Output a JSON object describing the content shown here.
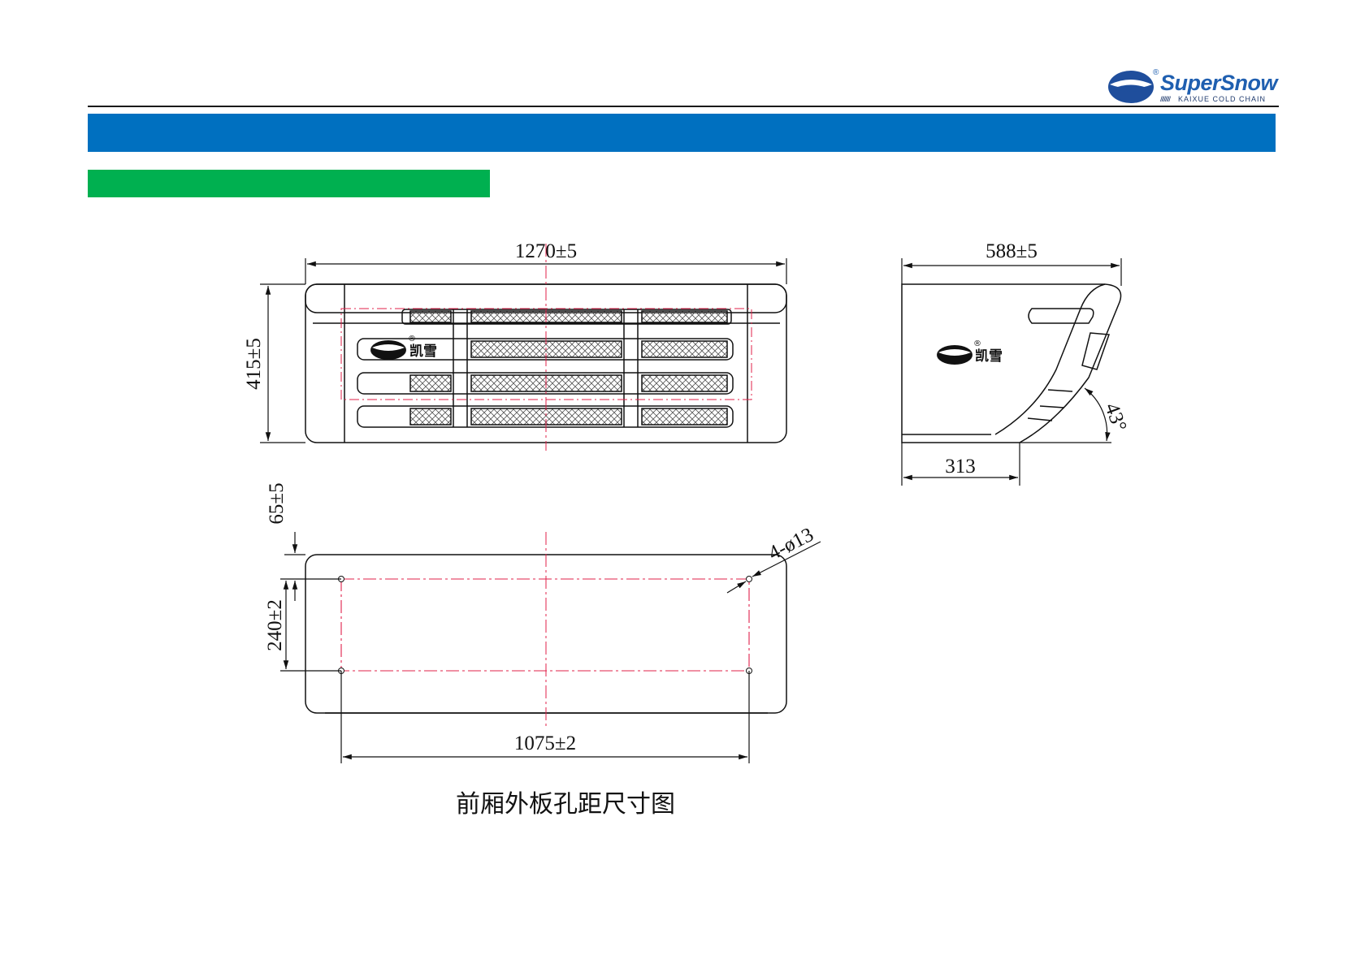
{
  "logo": {
    "brand": "SuperSnow",
    "registered_mark": "®",
    "slashes": "////////",
    "sub": "KAIXUE COLD CHAIN"
  },
  "title_bar": {
    "text": "",
    "color": "#0070c0"
  },
  "subtitle_bar": {
    "text": "",
    "color": "#00b050"
  },
  "drawing": {
    "front_view": {
      "width_dim": "1270±5",
      "height_dim": "415±5",
      "brand_cn": "凯雪",
      "brand_mark": "®"
    },
    "side_view": {
      "depth_dim": "588±5",
      "base_dim": "313",
      "angle_dim": "43°",
      "brand_cn": "凯雪",
      "brand_mark": "®"
    },
    "hole_plan": {
      "offset_dim": "65±5",
      "hole_spacing_v": "240±2",
      "hole_spacing_h": "1075±2",
      "hole_spec": "4-ø13"
    },
    "caption": "前厢外板孔距尺寸图"
  },
  "colors": {
    "centerline": "#e0204a",
    "line": "#111111",
    "mesh": "#555555"
  }
}
